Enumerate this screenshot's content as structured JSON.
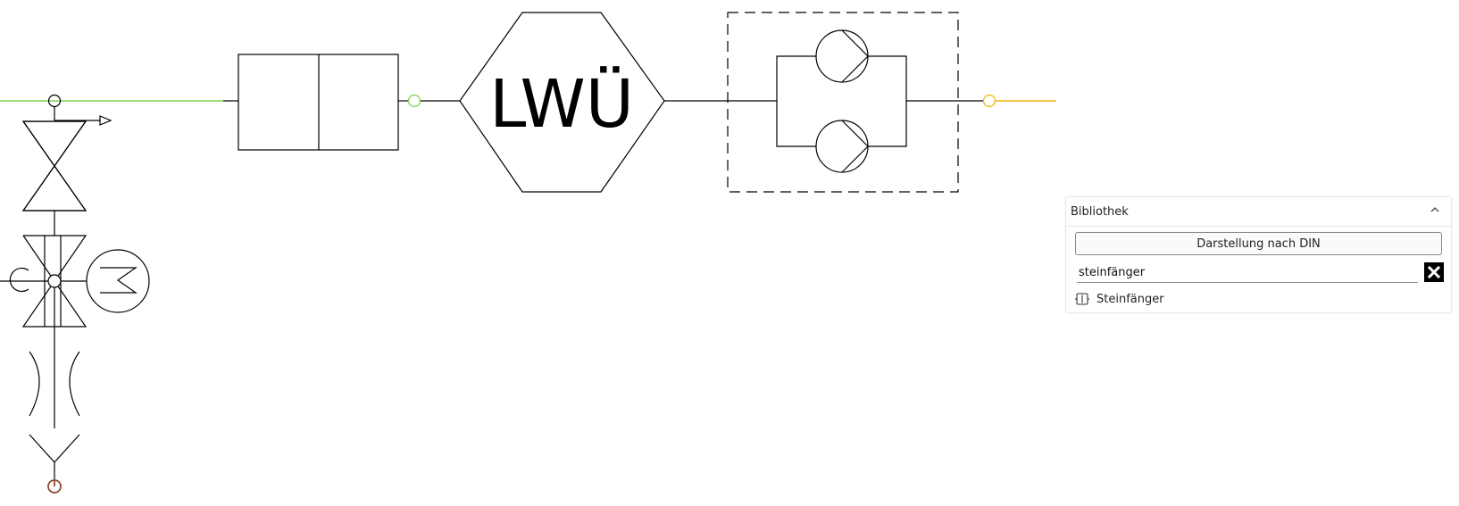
{
  "diagram": {
    "heat_exchanger_label": "LWÜ",
    "colors": {
      "supply_line": "#7cd24c",
      "return_line": "#f5b400",
      "symbol_stroke": "#000000",
      "connector_brown": "#8b4a2b"
    }
  },
  "library_panel": {
    "title": "Bibliothek",
    "toggle_icon": "chevron-up-icon",
    "din_button_label": "Darstellung nach DIN",
    "search": {
      "value": "steinfänger",
      "placeholder": ""
    },
    "clear_icon": "close-icon",
    "results": [
      {
        "label": "Steinfänger",
        "icon": "strainer-icon"
      }
    ]
  }
}
